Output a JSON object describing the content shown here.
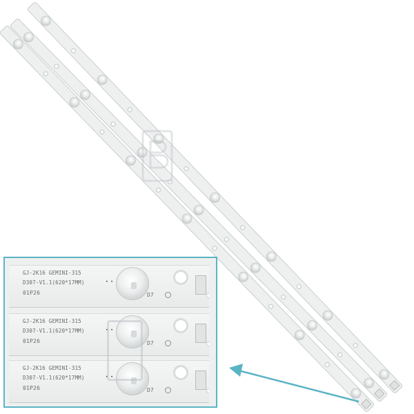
{
  "colors": {
    "background": "#ffffff",
    "strip": "#f1f2f2",
    "strip_edge": "#cfd2d2",
    "lens": "#e6e8e8",
    "inset_border": "#5bb4c4",
    "arrow": "#5bb4c4"
  },
  "icons": {
    "led": "led-lens-icon",
    "mounting_hole": "mounting-hole-icon",
    "screw": "screw-icon",
    "connector": "connector-icon",
    "arrow": "arrow-icon",
    "watermark": "watermark-icon"
  },
  "led_strips": {
    "count": 3,
    "leds_per_strip": 7
  },
  "inset": {
    "strips": [
      {
        "line1": "GJ-2K16 GEMINI-315",
        "line2": "D307-V1.1(620*17MM)",
        "line3": "01P26",
        "led_label": "D7"
      },
      {
        "line1": "GJ-2K16 GEMINI-315",
        "line2": "D307-V1.1(620*17MM)",
        "line3": "01P26",
        "led_label": "D7"
      },
      {
        "line1": "GJ-2K16 GEMINI-315",
        "line2": "D307-V1.1(620*17MM)",
        "line3": "01P26",
        "led_label": "D7"
      }
    ]
  }
}
